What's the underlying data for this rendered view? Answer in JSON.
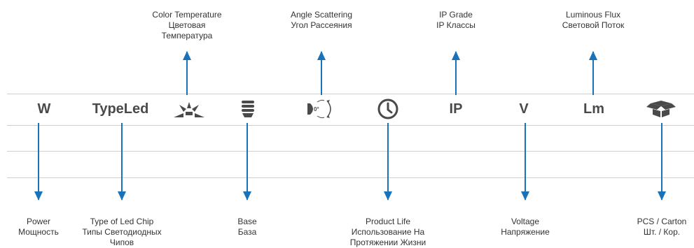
{
  "symbols": {
    "power": "W",
    "type_led": "TypeLed",
    "ip": "IP",
    "voltage": "V",
    "lumen": "Lm",
    "angle_degree": "0°"
  },
  "top_labels": {
    "color_temperature": {
      "en": "Color Temperature",
      "ru1": "Цветовая",
      "ru2": "Температура"
    },
    "angle_scattering": {
      "en": "Angle Scattering",
      "ru": "Угол Рассеяния"
    },
    "ip_grade": {
      "en": "IP Grade",
      "ru": "IP Классы"
    },
    "luminous_flux": {
      "en": "Luminous Flux",
      "ru": "Световой Поток"
    }
  },
  "bottom_labels": {
    "power": {
      "en": "Power",
      "ru": "Мощность"
    },
    "led_chip": {
      "en": "Type of Led Chip",
      "ru1": "Типы Светодиодных",
      "ru2": "Чипов"
    },
    "base": {
      "en": "Base",
      "ru": "База"
    },
    "product_life": {
      "en": "Product Life",
      "ru1": "Использование На",
      "ru2": "Протяжении Жизни"
    },
    "voltage": {
      "en": "Voltage",
      "ru": "Напряжение"
    },
    "pcs_carton": {
      "en": "PCS / Carton",
      "ru": "Шт. / Кор."
    }
  },
  "colors": {
    "arrow": "#1a73b8",
    "symbol": "#4a4a4a",
    "line": "#cfcfcf",
    "text": "#333333"
  }
}
